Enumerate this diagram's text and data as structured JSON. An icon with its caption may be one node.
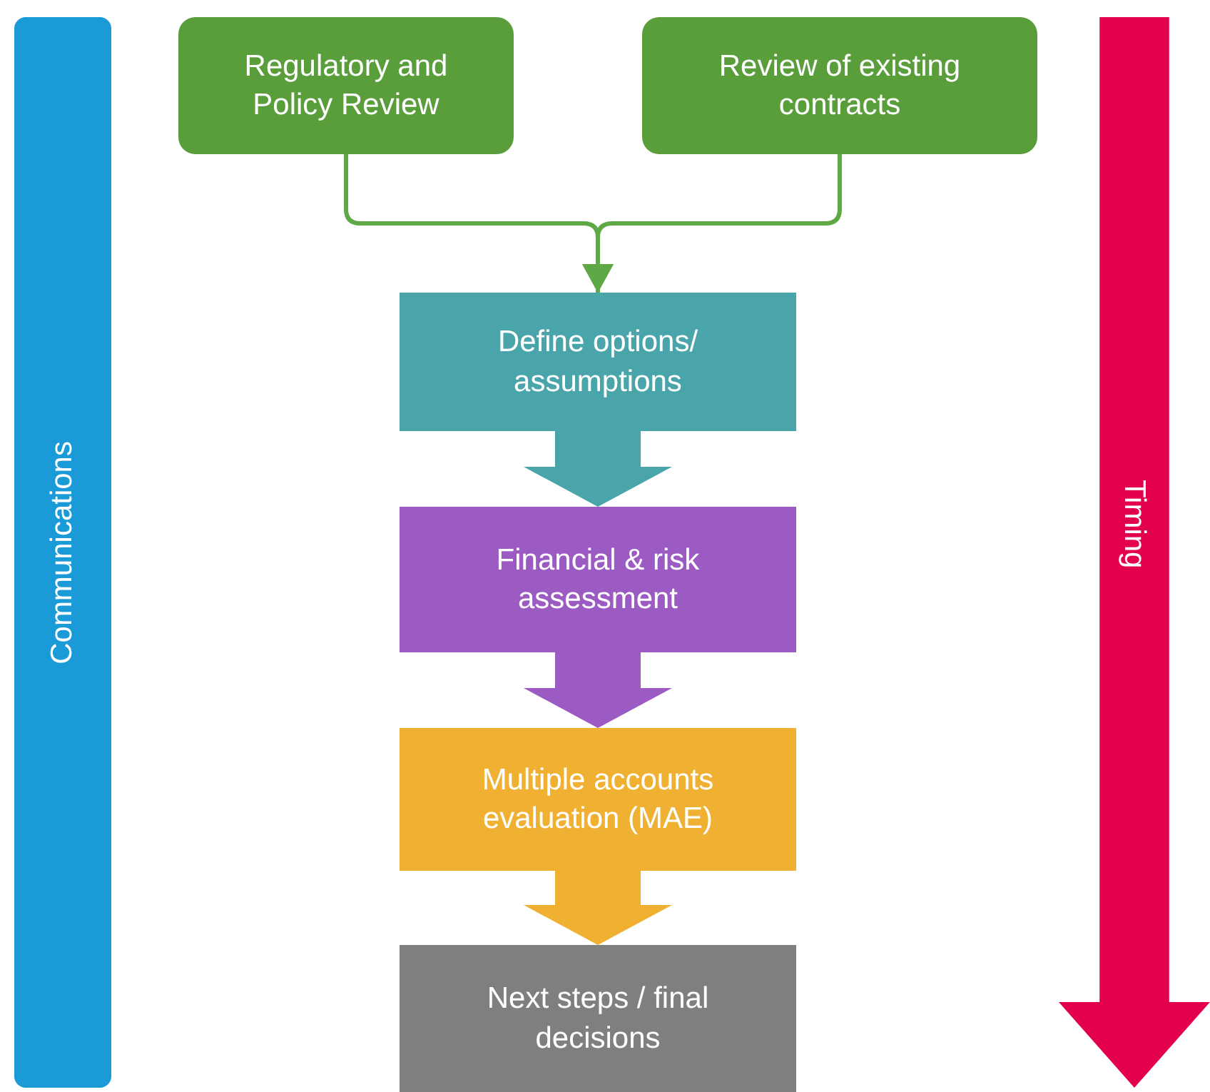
{
  "diagram": {
    "nodes": [
      {
        "text": [
          "Regulatory and Policy Review"
        ]
      },
      {
        "text": [
          "Review of existing contracts"
        ]
      },
      {
        "text": [
          "Define options/ assumptions"
        ]
      },
      {
        "text": [
          "Financial & risk assessment"
        ]
      },
      {
        "text": [
          "Multiple accounts evaluation (MAE)"
        ]
      },
      {
        "text": [
          "Next steps / final decisions"
        ]
      },
      {
        "text": [
          "Communications"
        ]
      },
      {
        "text": [
          "Timing"
        ]
      }
    ],
    "edges": [
      {
        "from": 0,
        "to": 2,
        "arrow": "to",
        "color": "#5fa846"
      },
      {
        "from": 1,
        "to": 2,
        "arrow": "to",
        "color": "#5fa846"
      },
      {
        "from": 2,
        "to": 3,
        "arrow": "to",
        "color": "#4aa5ab"
      },
      {
        "from": 3,
        "to": 4,
        "arrow": "to",
        "color": "#9b5bc2"
      },
      {
        "from": 4,
        "to": 5,
        "arrow": "to",
        "color": "#f0b132"
      }
    ]
  }
}
